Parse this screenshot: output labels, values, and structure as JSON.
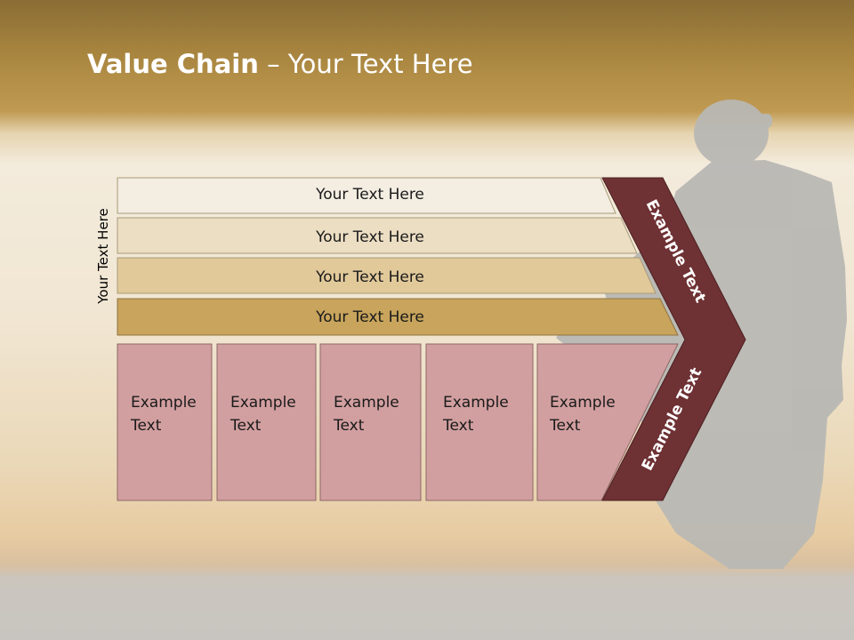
{
  "title": {
    "bold": "Value Chain",
    "rest": " – Your Text Here"
  },
  "side_label": "Your Text Here",
  "bars": [
    {
      "label": "Your Text Here",
      "fill": "#f3ede2"
    },
    {
      "label": "Your Text Here",
      "fill": "#ecdec3"
    },
    {
      "label": "Your Text Here",
      "fill": "#e1c99a"
    },
    {
      "label": "Your Text Here",
      "fill": "#c8a45c"
    }
  ],
  "columns": [
    {
      "label": "Example\nText"
    },
    {
      "label": "Example\nText"
    },
    {
      "label": "Example\nText"
    },
    {
      "label": "Example\nText"
    },
    {
      "label": "Example\nText"
    }
  ],
  "chevron": {
    "upper_label": "Example Text",
    "lower_label": "Example Text",
    "fill": "#6e3134"
  },
  "colors": {
    "column_fill": "#d29fa0",
    "silhouette": "#b9b8b4"
  }
}
